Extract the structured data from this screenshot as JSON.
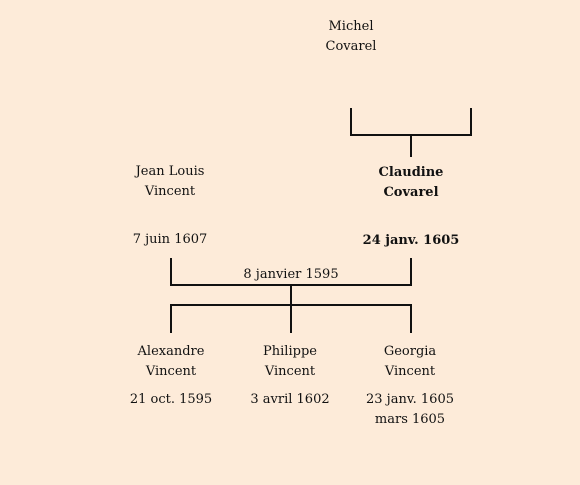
{
  "tree": {
    "grandfather": {
      "given_name": "Michel",
      "surname": "Covarel"
    },
    "father": {
      "given_name": "Jean Louis",
      "surname": "Vincent",
      "date": "7 juin 1607"
    },
    "mother": {
      "given_name": "Claudine",
      "surname": "Covarel",
      "date": "24 janv. 1605"
    },
    "marriage_date": "8 janvier 1595",
    "children": [
      {
        "given_name": "Alexandre",
        "surname": "Vincent",
        "date": "21 oct. 1595"
      },
      {
        "given_name": "Philippe",
        "surname": "Vincent",
        "date": "3 avril 1602"
      },
      {
        "given_name": "Georgia",
        "surname": "Vincent",
        "date": "23 janv. 1605",
        "date2": "mars 1605"
      }
    ]
  },
  "colors": {
    "background": "#fdebd9",
    "line": "#111111"
  }
}
